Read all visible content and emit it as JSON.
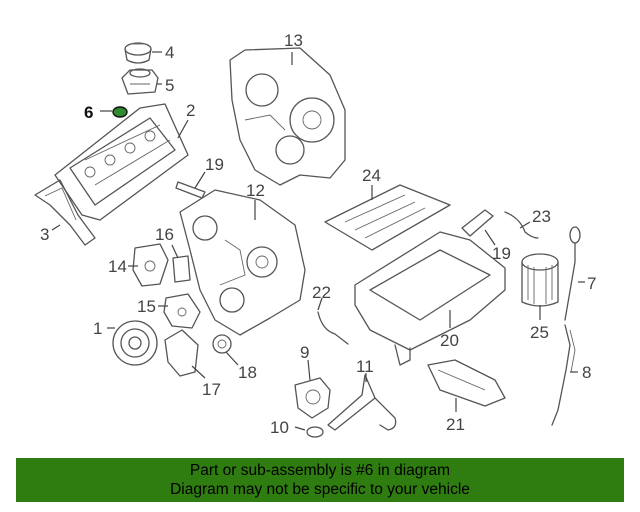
{
  "callouts": {
    "c1": "1",
    "c2": "2",
    "c3": "3",
    "c4": "4",
    "c5": "5",
    "c6": "6",
    "c7": "7",
    "c8": "8",
    "c9": "9",
    "c10": "10",
    "c11": "11",
    "c12": "12",
    "c13": "13",
    "c14": "14",
    "c15": "15",
    "c16": "16",
    "c17": "17",
    "c18": "18",
    "c19a": "19",
    "c19b": "19",
    "c20": "20",
    "c21": "21",
    "c22": "22",
    "c23": "23",
    "c24": "24",
    "c25": "25"
  },
  "highlight_part": "6",
  "colors": {
    "banner": "#2f7d11",
    "highlight_part": "#2e8b2e",
    "line": "#555555"
  },
  "banner": {
    "line1": "Part or sub-assembly is #6 in diagram",
    "line2": "Diagram may not be specific to your vehicle"
  }
}
